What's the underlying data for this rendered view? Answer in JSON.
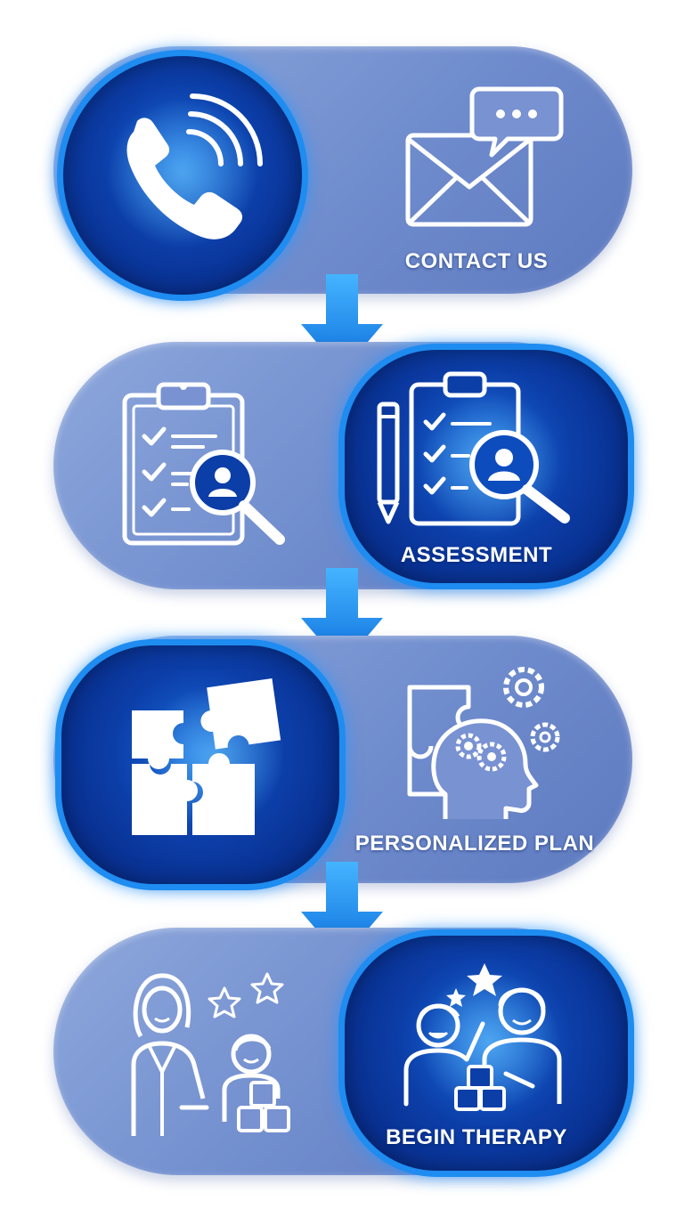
{
  "steps": [
    {
      "label": "CONTACT US",
      "left_icon": "phone-icon",
      "right_icon": "envelope-chat-icon"
    },
    {
      "label": "ASSESSMENT",
      "left_icon": "clipboard-magnifier-icon",
      "right_icon": "clipboard-pencil-magnifier-icon"
    },
    {
      "label": "PERSONALIZED PLAN",
      "left_icon": "puzzle-icon",
      "right_icon": "head-gears-icon"
    },
    {
      "label": "BEGIN THERAPY",
      "left_icon": "therapist-child-icon",
      "right_icon": "child-adult-blocks-icon"
    }
  ],
  "colors": {
    "pill": "#7892d2",
    "disc": "#0c3ea8",
    "disc_border": "#1e8cf0",
    "arrow": "#1a8ef2",
    "label": "#ffffff"
  }
}
